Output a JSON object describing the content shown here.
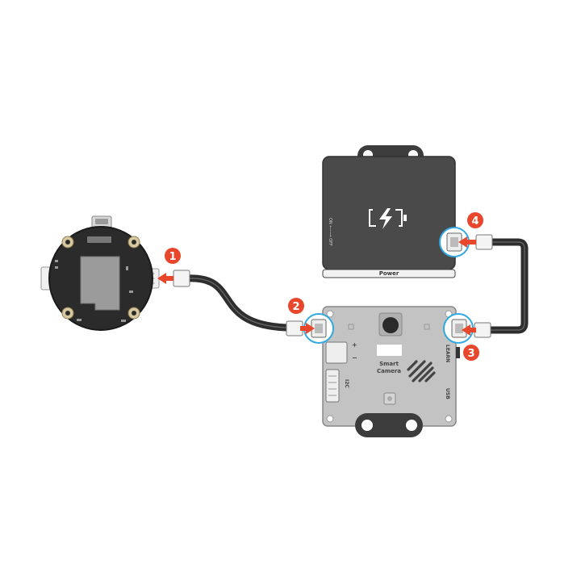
{
  "steps": [
    "1",
    "2",
    "3",
    "4"
  ],
  "battery": {
    "label": "Power",
    "side_text": "ON ⟵⟶ OFF",
    "icon": "battery-charging-icon"
  },
  "camera": {
    "title_line1": "Smart",
    "title_line2": "Camera",
    "learn_label": "LEARN",
    "usb_label": "USB",
    "i2c_label": "I2C",
    "plus_label": "+",
    "minus_label": "−"
  },
  "colors": {
    "step_badge": "#e8472b",
    "arrow": "#e8472b",
    "highlight": "#31a8e0",
    "board": "#2b2b2b",
    "battery": "#474747",
    "camera": "#bfbfbf",
    "cable": "#3a3a3a"
  }
}
